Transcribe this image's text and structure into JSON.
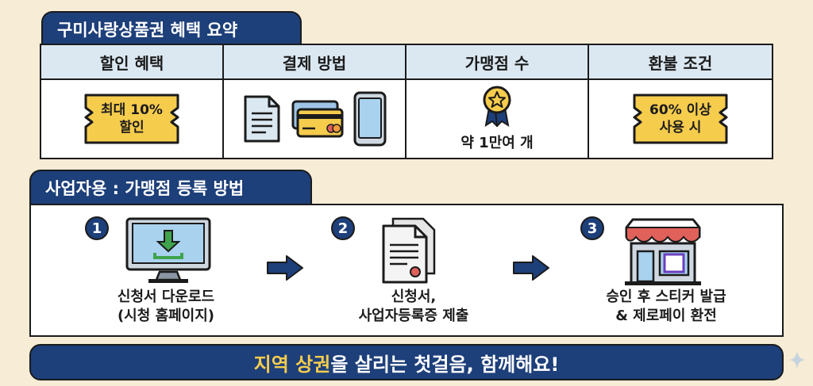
{
  "summary": {
    "title": "구미사랑상품권 혜택 요약",
    "headers": [
      "할인 혜택",
      "결제 방법",
      "가맹점 수",
      "환불 조건"
    ],
    "discount_ticket": "최대 10%\n할인",
    "merchants": "약 1만여 개",
    "refund_ticket": "60% 이상\n사용 시",
    "payment_icons": [
      "document-icon",
      "credit-cards-icon",
      "smartphone-icon"
    ],
    "merchant_icon": "medal-icon"
  },
  "registration": {
    "title": "사업자용 : 가맹점 등록 방법",
    "steps": [
      {
        "number": "1",
        "label_line1": "신청서 다운로드",
        "label_line2": "(시청 홈페이지)",
        "icon": "monitor-download-icon"
      },
      {
        "number": "2",
        "label_line1": "신청서,",
        "label_line2": "사업자등록증 제출",
        "icon": "documents-icon"
      },
      {
        "number": "3",
        "label_line1": "승인 후 스티커 발급",
        "label_line2": "& 제로페이 환전",
        "icon": "storefront-icon"
      }
    ]
  },
  "banner": {
    "highlight": "지역 상권",
    "rest": "을 살리는 첫걸음, 함께해요!"
  },
  "colors": {
    "navy": "#1d3f7a",
    "header_blue": "#dbe8f2",
    "ticket_yellow": "#f6cc4d",
    "background": "#f7ecd6"
  }
}
